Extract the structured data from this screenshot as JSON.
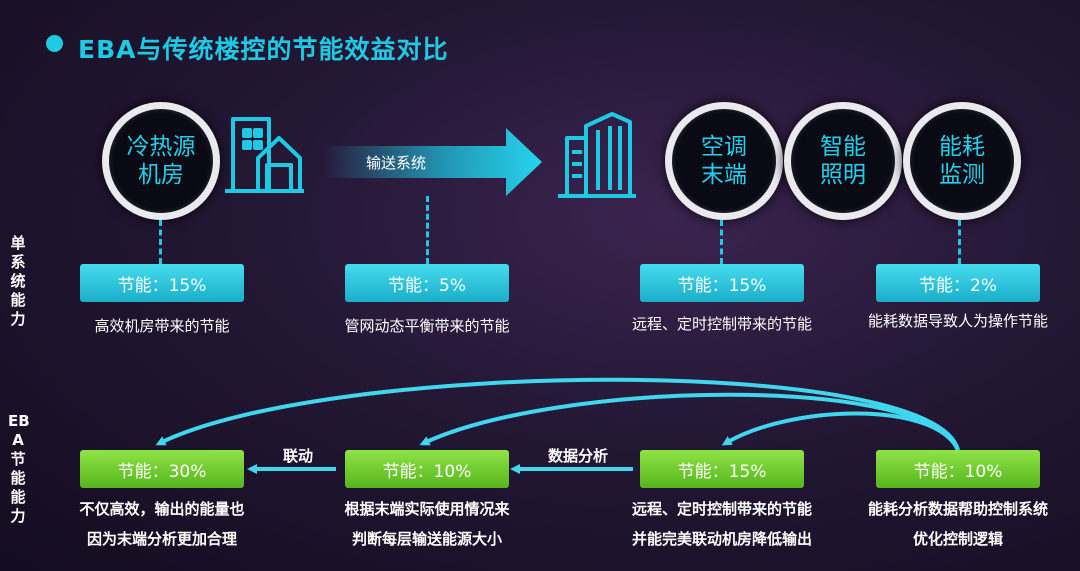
{
  "title": "EBA与传统楼控的节能效益对比",
  "side_labels": {
    "single": [
      "单",
      "系",
      "统",
      "能",
      "力"
    ],
    "eba": [
      "EB",
      "A",
      "节",
      "能",
      "能",
      "力"
    ]
  },
  "circles": {
    "plant_room": [
      "冷热源",
      "机房"
    ],
    "ac_terminal": [
      "空调",
      "末端"
    ],
    "smart_lighting": [
      "智能",
      "照明"
    ],
    "energy_monitoring": [
      "能耗",
      "监测"
    ]
  },
  "pipe_arrow_label": "输送系统",
  "single_row": [
    {
      "box": "节能：15%",
      "desc": "高效机房带来的节能"
    },
    {
      "box": "节能：5%",
      "desc": "管网动态平衡带来的节能"
    },
    {
      "box": "节能：15%",
      "desc": "远程、定时控制带来的节能"
    },
    {
      "box": "节能：2%",
      "desc": "能耗数据导致人为操作节能"
    }
  ],
  "eba_row": [
    {
      "box": "节能：30%",
      "desc1": "不仅高效，输出的能量也",
      "desc2": "因为末端分析更加合理"
    },
    {
      "box": "节能：10%",
      "desc1": "根据末端实际使用情况来",
      "desc2": "判断每层输送能源大小"
    },
    {
      "box": "节能：15%",
      "desc1": "远程、定时控制带来的节能",
      "desc2": "并能完美联动机房降低输出"
    },
    {
      "box": "节能：10%",
      "desc1": "能耗分析数据帮助控制系统",
      "desc2": "优化控制逻辑"
    }
  ],
  "links": {
    "linkage": "联动",
    "data_analysis": "数据分析"
  },
  "colors": {
    "accent_cyan": "#1ec9e4",
    "box_cyan": "#2cc3dc",
    "box_green": "#6cc92e",
    "background": "#231734"
  }
}
